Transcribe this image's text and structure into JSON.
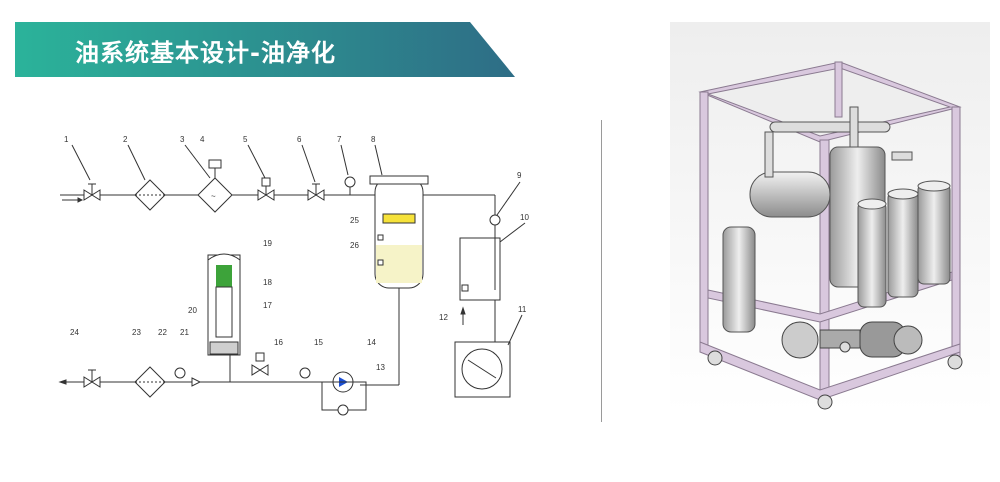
{
  "header": {
    "title": "油系统基本设计-油净化"
  },
  "schematic": {
    "component_labels": [
      "1",
      "2",
      "3",
      "4",
      "5",
      "6",
      "7",
      "8",
      "9",
      "10",
      "11",
      "12",
      "13",
      "14",
      "15",
      "16",
      "17",
      "18",
      "19",
      "20",
      "21",
      "22",
      "23",
      "24",
      "25",
      "26"
    ]
  },
  "colors": {
    "banner_start": "#2bb39a",
    "banner_end": "#2e6d86",
    "line": "#333333",
    "frame": "#d3c2d8",
    "tank": "#d8d8d8"
  }
}
